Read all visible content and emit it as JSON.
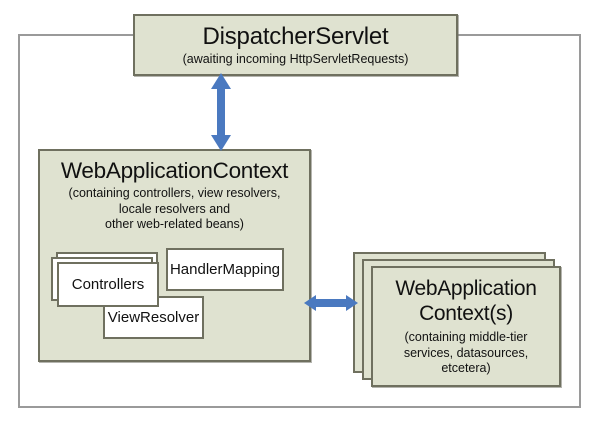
{
  "diagram": {
    "title_semantic": "spring-mvc-context-hierarchy",
    "colors": {
      "box_fill": "#dfe2d0",
      "box_border": "#6f705f",
      "inner_box_fill": "#ffffff",
      "arrow": "#4a79c0",
      "frame_border": "#9a9a9a",
      "background": "#ffffff",
      "text": "#111111"
    },
    "frame": {
      "label": ""
    },
    "dispatcher_servlet": {
      "title": "DispatcherServlet",
      "subtitle": "(awaiting incoming HttpServletRequests)"
    },
    "web_application_context": {
      "title": "WebApplicationContext",
      "subtitle_line1": "(containing controllers, view resolvers,",
      "subtitle_line2": "locale resolvers and",
      "subtitle_line3": "other web-related beans)",
      "beans": [
        {
          "label": "Controllers",
          "stacked": "true"
        },
        {
          "label": "HandlerMapping",
          "stacked": "false"
        },
        {
          "label": "ViewResolver",
          "stacked": "false"
        }
      ]
    },
    "root_contexts": {
      "title_line1": "WebApplication",
      "title_line2": "Context(s)",
      "subtitle_line1": "(containing middle-tier",
      "subtitle_line2": "services, datasources,",
      "subtitle_line3": "etcetera)",
      "stack_count": 3
    },
    "connectors": [
      {
        "name": "dispatcher-to-web-context",
        "orientation": "vertical",
        "style": "double-headed",
        "color": "#4a79c0"
      },
      {
        "name": "web-context-to-root-contexts",
        "orientation": "horizontal",
        "style": "double-headed",
        "color": "#4a79c0"
      }
    ]
  }
}
